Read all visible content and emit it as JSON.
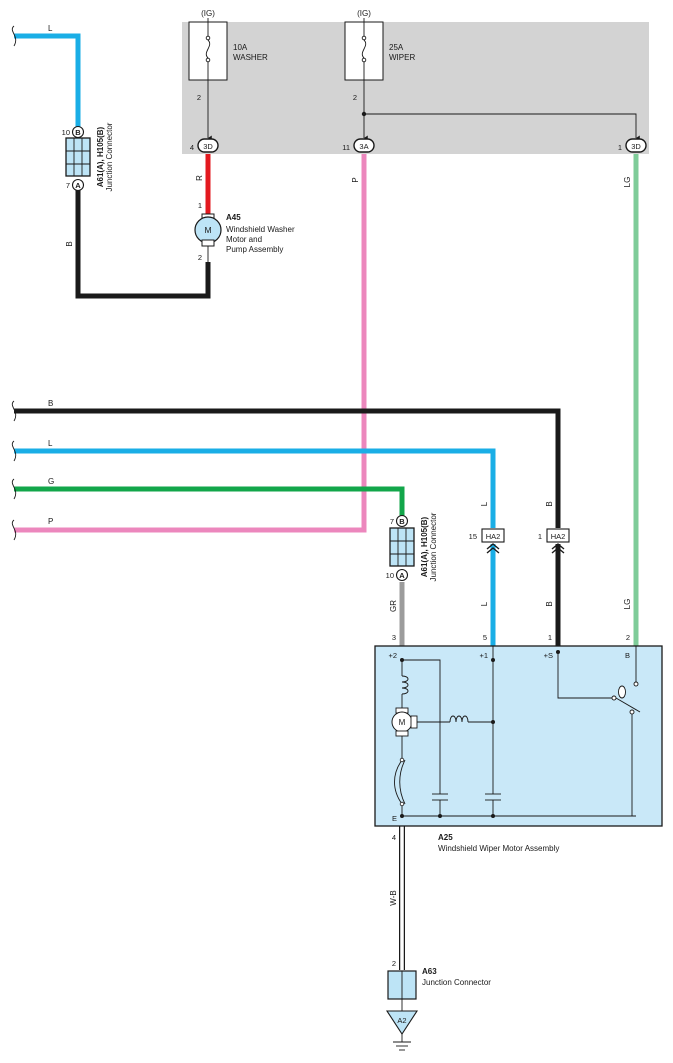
{
  "fuses": [
    {
      "supply": "(IG)",
      "amp": "10A",
      "name": "WASHER",
      "pin_out": "2",
      "conn": "3D",
      "conn_pin": "4"
    },
    {
      "supply": "(IG)",
      "amp": "25A",
      "name": "WIPER",
      "pin_out": "2",
      "conn": "3A",
      "conn_pin": "11"
    },
    {
      "conn": "3D",
      "conn_pin": "1"
    }
  ],
  "wire_colors": {
    "L": "#1aaee6",
    "B": "#1a1a1a",
    "R": "#e3191f",
    "P": "#ec87bd",
    "LG": "#7fcc99",
    "G": "#12a64a",
    "GR": "#9c9c9c",
    "W-B": "#ffffff"
  },
  "wire_labels": {
    "top_left_L": "L",
    "jc_top_B": "B",
    "washer_R": "R",
    "wiper_P": "P",
    "right_LG": "LG",
    "bus_B": "B",
    "bus_L": "L",
    "bus_G": "G",
    "bus_P": "P",
    "ha2_L_top": "L",
    "ha2_B_top": "B",
    "lg_lower": "LG",
    "gr": "GR",
    "ha2_L_bottom": "L",
    "ha2_B_bottom": "B",
    "ground": "W-B"
  },
  "junction_connector_top": {
    "id": "A61(A), H105(B)",
    "desc": "Junction Connector",
    "pin_top": "10",
    "term_top": "B",
    "pin_bottom": "7",
    "term_bottom": "A"
  },
  "junction_connector_mid": {
    "id": "A61(A), H105(B)",
    "desc": "Junction Connector",
    "pin_top": "7",
    "term_top": "B",
    "pin_bottom": "10",
    "term_bottom": "A"
  },
  "washer_motor": {
    "id": "A45",
    "desc_lines": [
      "Windshield Washer",
      "Motor and",
      "Pump Assembly"
    ],
    "pin_top": "1",
    "pin_bottom": "2",
    "symbol": "M"
  },
  "ha2_connectors": [
    {
      "name": "HA2",
      "pin": "15"
    },
    {
      "name": "HA2",
      "pin": "1"
    }
  ],
  "wiper_motor": {
    "id": "A25",
    "desc": "Windshield Wiper Motor Assembly",
    "symbol": "M",
    "pins": [
      {
        "num": "3",
        "term": "+2"
      },
      {
        "num": "5",
        "term": "+1"
      },
      {
        "num": "1",
        "term": "+S"
      },
      {
        "num": "2",
        "term": "B"
      },
      {
        "num": "4",
        "term": "E"
      }
    ]
  },
  "ground_connector": {
    "id": "A63",
    "desc": "Junction Connector",
    "pin": "2",
    "ground_point": "A2"
  }
}
